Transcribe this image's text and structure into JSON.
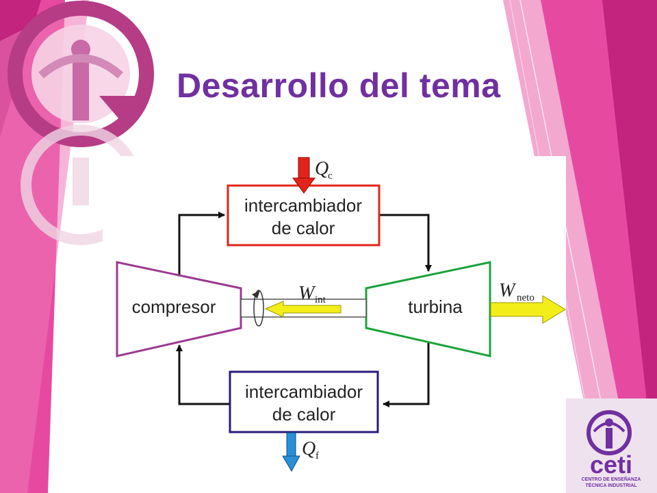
{
  "slide": {
    "title": "Desarrollo del tema"
  },
  "diagram": {
    "heater_label_line1": "intercambiador",
    "heater_label_line2": "de calor",
    "cooler_label_line1": "intercambiador",
    "cooler_label_line2": "de calor",
    "compressor_label": "compresor",
    "turbine_label": "turbina",
    "heat_in_symbol": "Q",
    "heat_in_sub": "c",
    "heat_out_symbol": "Q",
    "heat_out_sub": "f",
    "work_internal_symbol": "W",
    "work_internal_sub": "int",
    "work_net_symbol": "W",
    "work_net_sub": "neto"
  },
  "logo": {
    "name": "ceti",
    "line1": "CENTRO DE ENSEÑANZA",
    "line2": "TÉCNICA INDUSTRIAL"
  },
  "colors": {
    "pink_dark": "#c2247e",
    "pink_mid": "#e64aa0",
    "pink_light": "#f3a8d0",
    "title": "#7030a0",
    "heater": "#e2231a",
    "cooler": "#2b1a7a",
    "compressor": "#9b3a8e",
    "turbine": "#1aa23a",
    "work_arrow": "#f3ee1a"
  }
}
